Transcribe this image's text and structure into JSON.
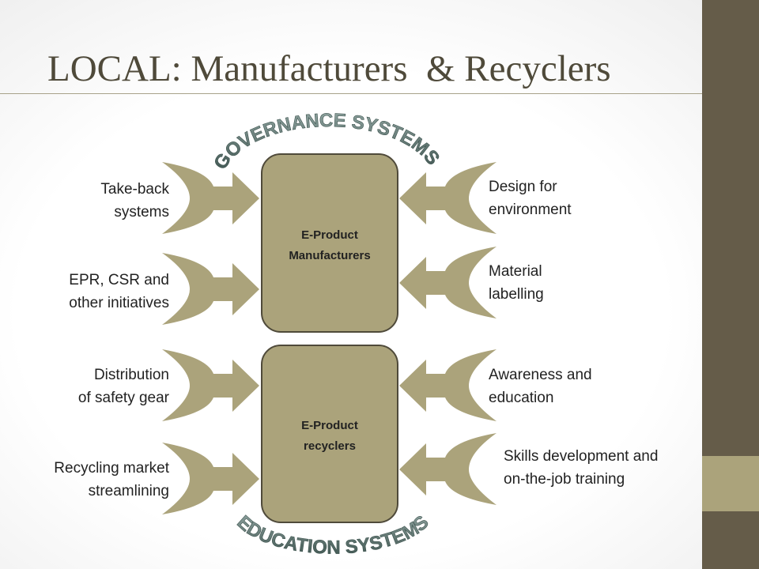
{
  "slide": {
    "title": "LOCAL: Manufacturers  & Recyclers"
  },
  "diagram": {
    "top_arc_text": "GOVERNANCE SYSTEMS",
    "bottom_arc_text": "EDUCATION SYSTEMS",
    "boxes": [
      {
        "lines": [
          "E-Product",
          "Manufacturers"
        ]
      },
      {
        "lines": [
          "E-Product",
          "recyclers"
        ]
      }
    ],
    "left_inputs": [
      {
        "lines": [
          "Take-back",
          "systems"
        ]
      },
      {
        "lines": [
          "EPR, CSR and",
          "other initiatives"
        ]
      },
      {
        "lines": [
          "Distribution",
          "of safety gear"
        ]
      },
      {
        "lines": [
          "Recycling market",
          "streamlining"
        ]
      }
    ],
    "right_inputs": [
      {
        "lines": [
          "Design for",
          "environment"
        ]
      },
      {
        "lines": [
          "Material",
          "labelling"
        ]
      },
      {
        "lines": [
          "Awareness and",
          "education"
        ]
      },
      {
        "lines": [
          "Skills development and",
          "on-the-job training"
        ]
      }
    ]
  },
  "colors": {
    "shape_fill": "#aba37b",
    "box_stroke": "#4f4a3a",
    "side_bar": "#655c49",
    "arc_text": "#5a6f6a"
  }
}
